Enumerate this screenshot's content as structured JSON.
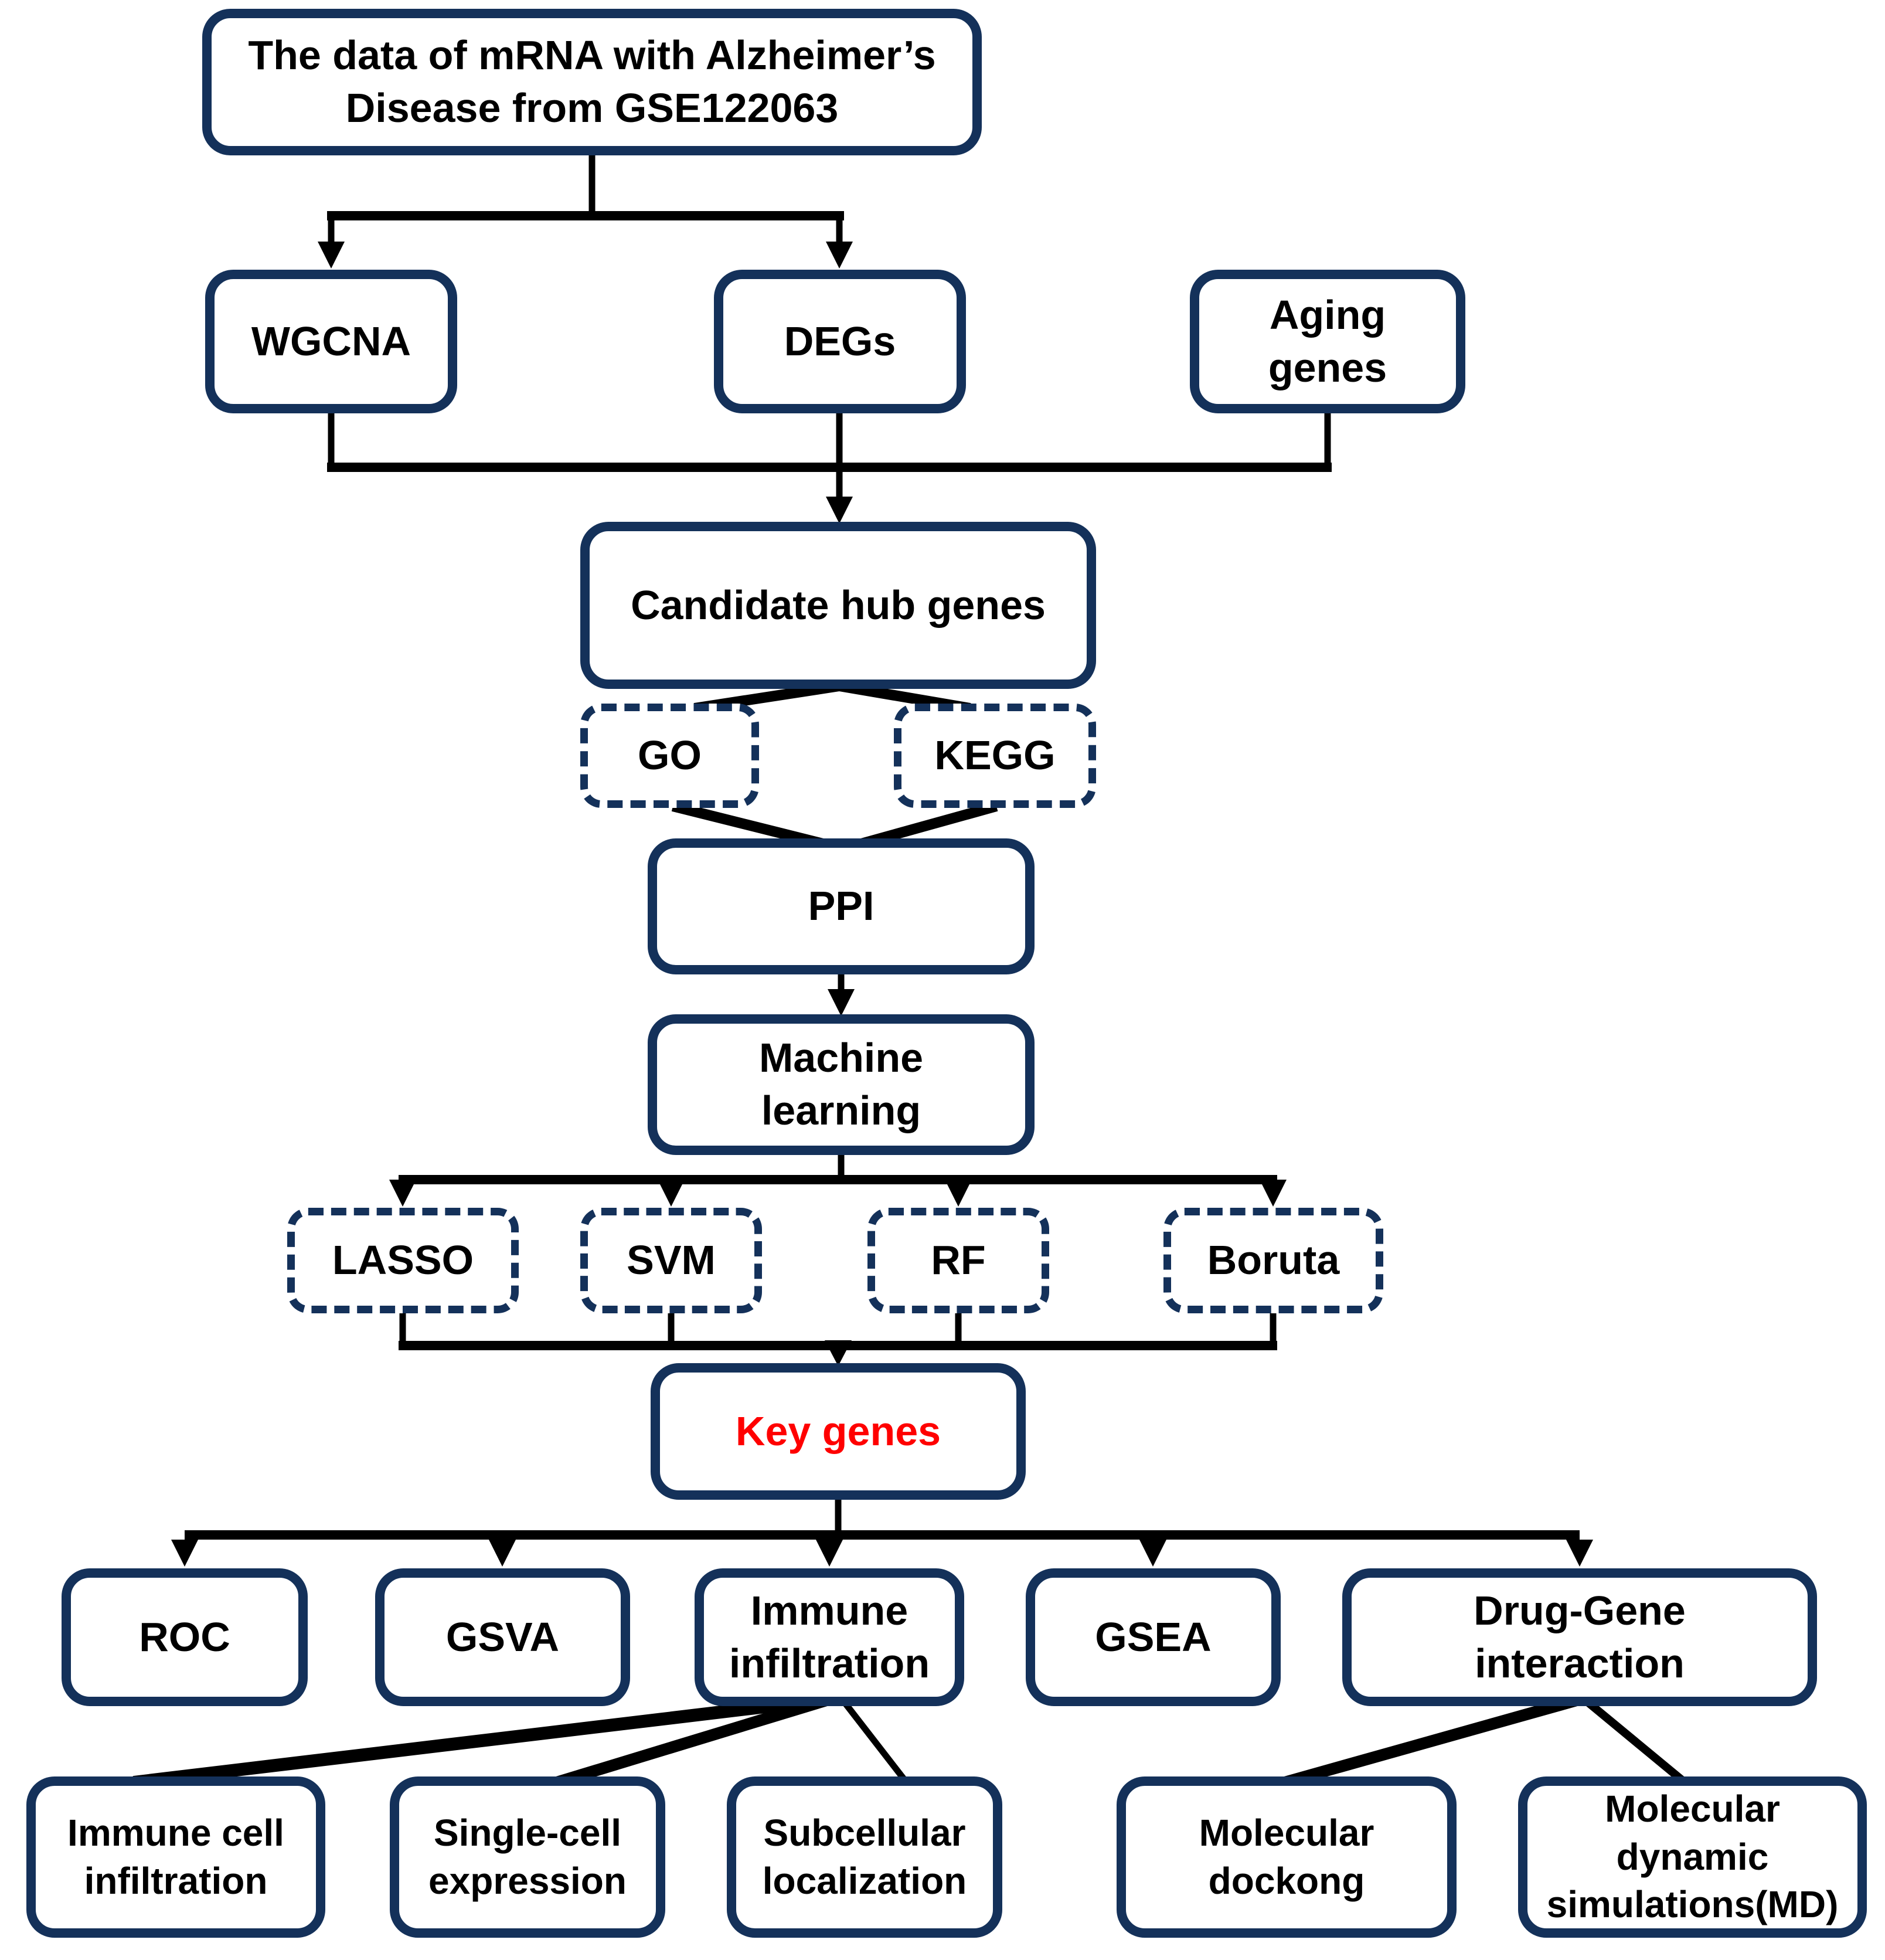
{
  "nodes": {
    "source": "The data of mRNA with Alzheimer’s\nDisease from GSE122063",
    "wgcna": "WGCNA",
    "degs": "DEGs",
    "aging_genes": "Aging\ngenes",
    "candidate_hub_genes": "Candidate hub genes",
    "go": "GO",
    "kegg": "KEGG",
    "ppi": "PPI",
    "machine_learning": "Machine\nlearning",
    "lasso": "LASSO",
    "svm": "SVM",
    "rf": "RF",
    "boruta": "Boruta",
    "key_genes": "Key genes",
    "roc": "ROC",
    "gsva": "GSVA",
    "immune_infiltration": "Immune\ninfiltration",
    "gsea": "GSEA",
    "drug_gene_interaction": "Drug-Gene\ninteraction",
    "immune_cell_infiltration": "Immune cell\ninfiltration",
    "single_cell_expression": "Single-cell\nexpression",
    "subcellular_localization": "Subcellular\nlocalization",
    "molecular_docking": "Molecular\ndockong",
    "molecular_dynamic_simulations": "Molecular\ndynamic\nsimulations(MD)"
  },
  "colors": {
    "box_border": "#14315A",
    "connector": "#000000",
    "text": "#000000",
    "key_genes_text": "#FF0000",
    "background": "#FFFFFF"
  }
}
